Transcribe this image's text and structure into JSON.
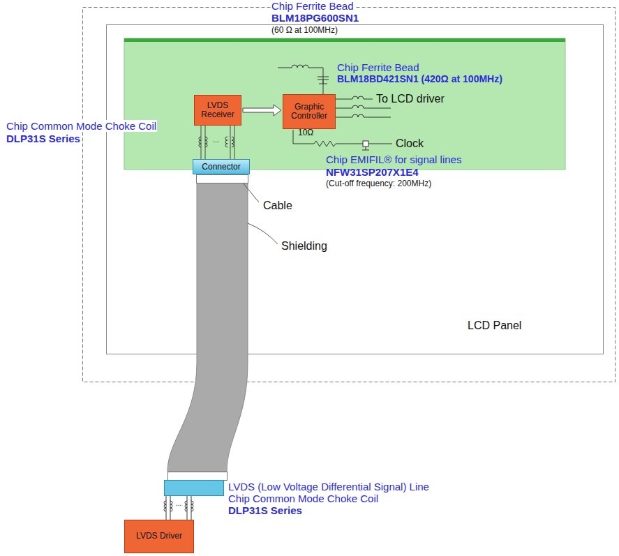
{
  "diagram": {
    "nodes": [
      {
        "text": [
          "LCD Panel"
        ]
      },
      {
        "text": [
          "LVDS Receiver"
        ],
        "in": 0
      },
      {
        "text": [
          "Graphic Controller"
        ],
        "in": 0
      },
      {
        "text": [
          "Connector"
        ],
        "in": 0
      },
      {
        "text": [
          "LVDS Driver"
        ]
      }
    ],
    "edges": [
      {
        "from": 1,
        "to": 2,
        "arrow": "to"
      },
      {
        "from": 3,
        "to": 1,
        "arrow": "none"
      }
    ],
    "labels": [
      "Chip Ferrite Bead",
      "BLM18PG600SN1",
      "(60 Ω at 100MHz)",
      "Chip Ferrite Bead",
      "BLM18BD421SN1 (420Ω at 100MHz)",
      "To LCD driver",
      "10Ω",
      "Clock",
      "Chip EMIFIL® for signal lines",
      "NFW31SP207X1E4",
      "(Cut-off frequency: 200MHz)",
      "Chip Common Mode Choke Coil",
      "DLP31S Series",
      "Cable",
      "Shielding",
      "LVDS (Low Voltage Differential Signal) Line",
      "Chip Common Mode Choke Coil",
      "DLP31S Series",
      "...",
      "..."
    ]
  }
}
